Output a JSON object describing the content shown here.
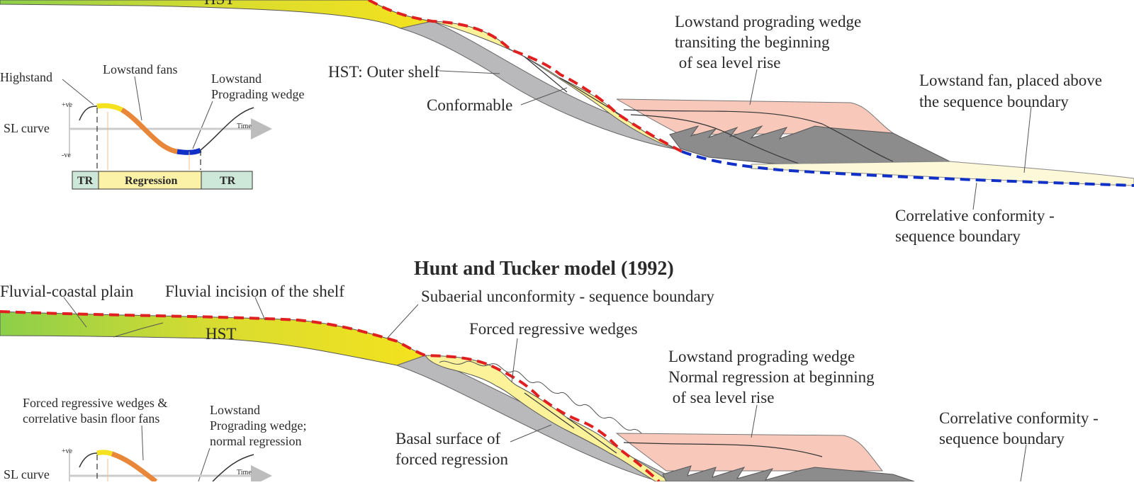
{
  "top_panel": {
    "hst_label": "HST",
    "labels": {
      "lowstand_wedge": [
        "Lowstand prograding wedge",
        "transiting the beginning",
        " of sea level rise"
      ],
      "hst_outer_shelf": "HST: Outer shelf",
      "conformable": "Conformable",
      "lowstand_fan": [
        "Lowstand fan, placed above",
        "the sequence boundary"
      ],
      "correlative": [
        "Correlative conformity -",
        "sequence boundary"
      ]
    },
    "inset": {
      "highstand": "Highstand",
      "lowstand_fans": "Lowstand fans",
      "lowstand_wedge": [
        "Lowstand",
        "Prograding wedge"
      ],
      "sl_curve": "SL curve",
      "plus_ve": "+ve",
      "minus_ve": "-ve",
      "time": "Time",
      "boxes": [
        "TR",
        "Regression",
        "TR"
      ]
    }
  },
  "bottom_panel": {
    "title": "Hunt and Tucker model (1992)",
    "hst_label": "HST",
    "labels": {
      "fluvial_coastal": "Fluvial-coastal plain",
      "fluvial_incision": "Fluvial incision of the shelf",
      "subaerial": "Subaerial unconformity - sequence boundary",
      "forced_wedges": "Forced regressive wedges",
      "lowstand_wedge": [
        "Lowstand prograding wedge",
        "Normal regression at beginning",
        " of sea level rise"
      ],
      "correlative": [
        "Correlative conformity -",
        "sequence boundary"
      ],
      "basal_surface": [
        "Basal surface of",
        "forced regression"
      ]
    },
    "inset": {
      "forced_fans": [
        "Forced regressive wedges &",
        "correlative basin floor fans"
      ],
      "lowstand_wedge": [
        "Lowstand",
        "Prograding wedge;",
        "normal regression"
      ],
      "sl_curve": "SL curve",
      "plus_ve": "+ve",
      "time": "Time"
    }
  },
  "colors": {
    "hst_green": "#8ccf4a",
    "hst_yellow": "#f4e21e",
    "wedge_yellow": "#fbf29a",
    "slope_gray": "#b9b9bb",
    "lowstand_pink": "#f8c9bb",
    "fan_gray": "#8c8c8c",
    "fan_cream": "#fdf8d8",
    "sb_red": "#e02020",
    "cc_blue": "#1030c8",
    "regression_box": "#fbf2a8",
    "tr_box": "#cde8d8"
  }
}
